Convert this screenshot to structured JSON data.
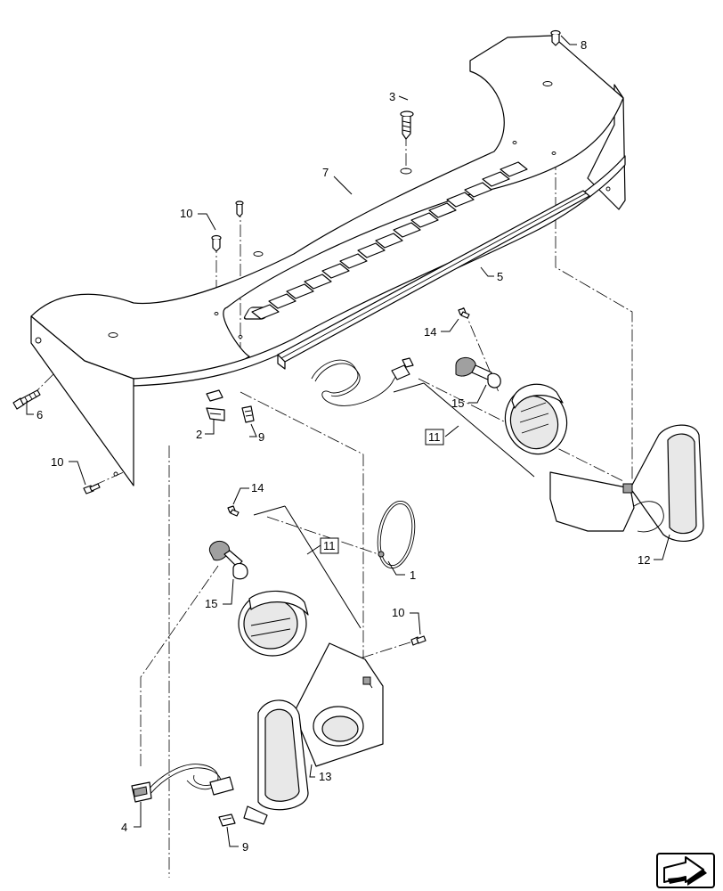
{
  "callouts": {
    "c1": "1",
    "c2": "2",
    "c3": "3",
    "c4": "4",
    "c5": "5",
    "c6": "6",
    "c7": "7",
    "c8": "8",
    "c9a": "9",
    "c9b": "9",
    "c10a": "10",
    "c10b": "10",
    "c10c": "10",
    "c11a": "11",
    "c11b": "11",
    "c12": "12",
    "c13": "13",
    "c14a": "14",
    "c14b": "14",
    "c15a": "15",
    "c15b": "15"
  },
  "nav_icon": "arrow-pointer-icon"
}
